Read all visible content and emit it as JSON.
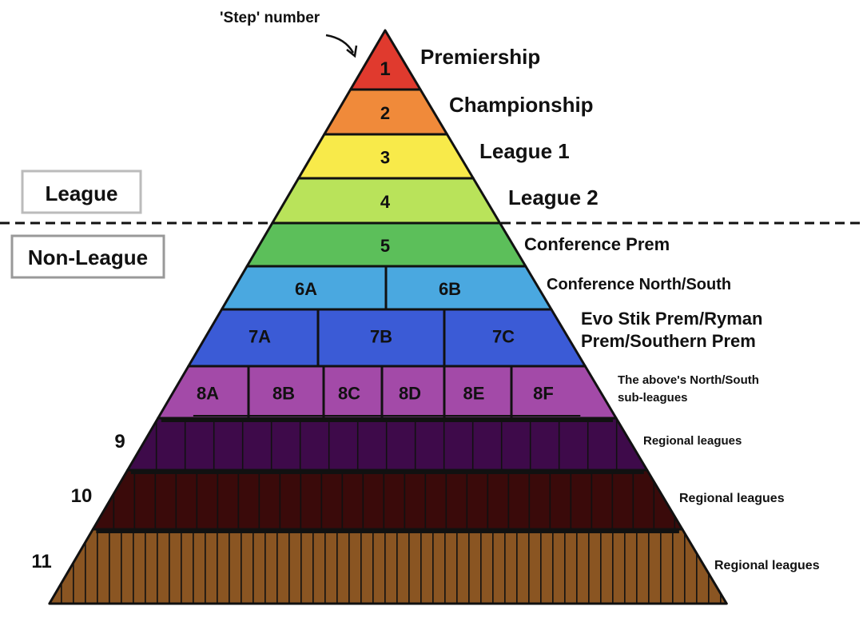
{
  "annotation": "'Step' number",
  "zones": {
    "league": "League",
    "non_league": "Non-League"
  },
  "steps": [
    {
      "step": "1",
      "color": "#e03a2e",
      "name": "Premiership",
      "divisions": [
        "1"
      ]
    },
    {
      "step": "2",
      "color": "#f08a3a",
      "name": "Championship",
      "divisions": [
        "2"
      ]
    },
    {
      "step": "3",
      "color": "#f8ea4a",
      "name": "League 1",
      "divisions": [
        "3"
      ]
    },
    {
      "step": "4",
      "color": "#b9e35a",
      "name": "League 2",
      "divisions": [
        "4"
      ]
    },
    {
      "step": "5",
      "color": "#5cbf5a",
      "name": "Conference Prem",
      "divisions": [
        "5"
      ]
    },
    {
      "step": "6",
      "color": "#4aa8e0",
      "name": "Conference North/South",
      "divisions": [
        "6A",
        "6B"
      ]
    },
    {
      "step": "7",
      "color": "#3b5bd6",
      "name": "Evo Stik Prem/Ryman",
      "name2": "Prem/Southern Prem",
      "divisions": [
        "7A",
        "7B",
        "7C"
      ]
    },
    {
      "step": "8",
      "color": "#a34aa8",
      "name": "The above's North/South",
      "name2": "sub-leagues",
      "divisions": [
        "8A",
        "8B",
        "8C",
        "8D",
        "8E",
        "8F"
      ]
    },
    {
      "step": "9",
      "color": "#3e0a4a",
      "name": "Regional leagues",
      "divisions": []
    },
    {
      "step": "10",
      "color": "#3a0a0a",
      "name": "Regional leagues",
      "divisions": []
    },
    {
      "step": "11",
      "color": "#8a5522",
      "name": "Regional leagues",
      "divisions": []
    }
  ]
}
